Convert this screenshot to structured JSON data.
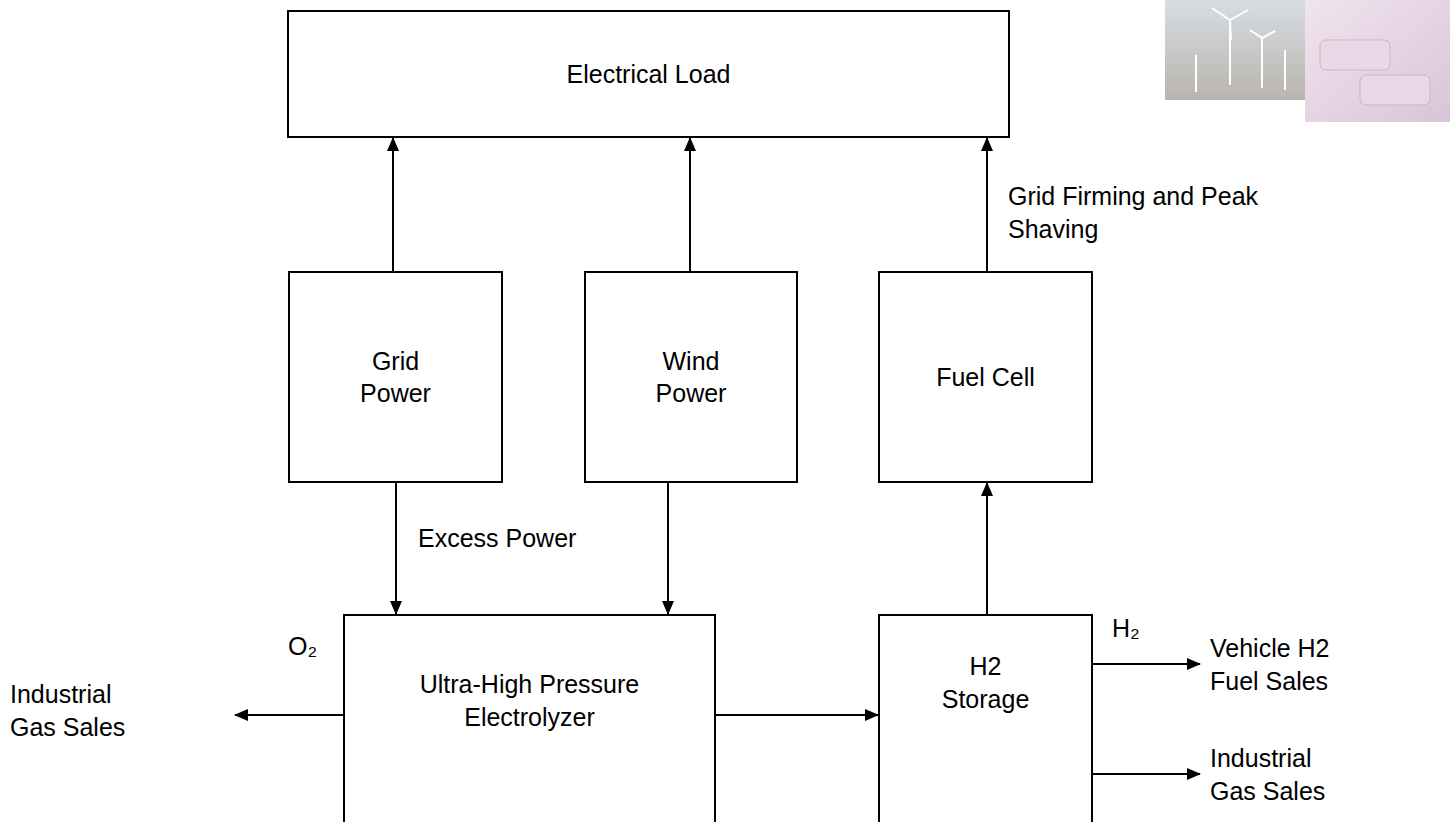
{
  "diagram": {
    "nodes": [
      {
        "text": [
          "Electrical Load"
        ]
      },
      {
        "text": [
          "Grid Power"
        ]
      },
      {
        "text": [
          "Wind Power"
        ]
      },
      {
        "text": [
          "Fuel Cell"
        ]
      },
      {
        "text": [
          "Ultra-High Pressure Electrolyzer"
        ]
      },
      {
        "text": [
          "H2 Storage"
        ]
      }
    ],
    "edges": [
      {
        "from": 1,
        "to": 0,
        "arrow": "to"
      },
      {
        "from": 2,
        "to": 0,
        "arrow": "to"
      },
      {
        "from": 3,
        "to": 0,
        "label": "Grid Firming and Peak Shaving",
        "arrow": "to"
      },
      {
        "from": 1,
        "to": 4,
        "label": "Excess Power",
        "arrow": "to"
      },
      {
        "from": 2,
        "to": 4,
        "arrow": "to"
      },
      {
        "from": 4,
        "to": 5,
        "arrow": "to"
      },
      {
        "from": 5,
        "to": 3,
        "arrow": "to"
      }
    ],
    "labels": [
      "O₂",
      "Industrial Gas Sales",
      "H₂",
      "Vehicle H2 Fuel Sales",
      "Industrial Gas Sales"
    ]
  }
}
